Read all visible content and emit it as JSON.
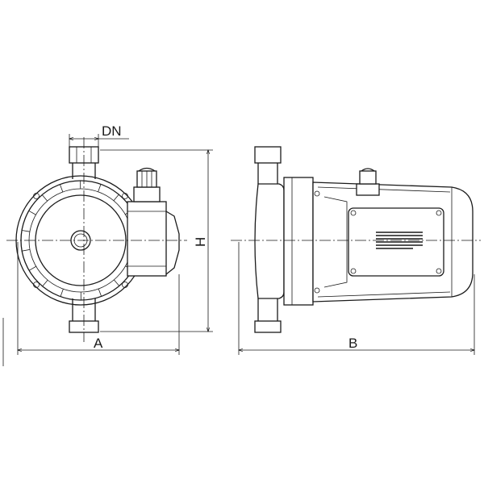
{
  "labels": {
    "dn": "DN",
    "a": "A",
    "b": "B",
    "h": "H"
  }
}
